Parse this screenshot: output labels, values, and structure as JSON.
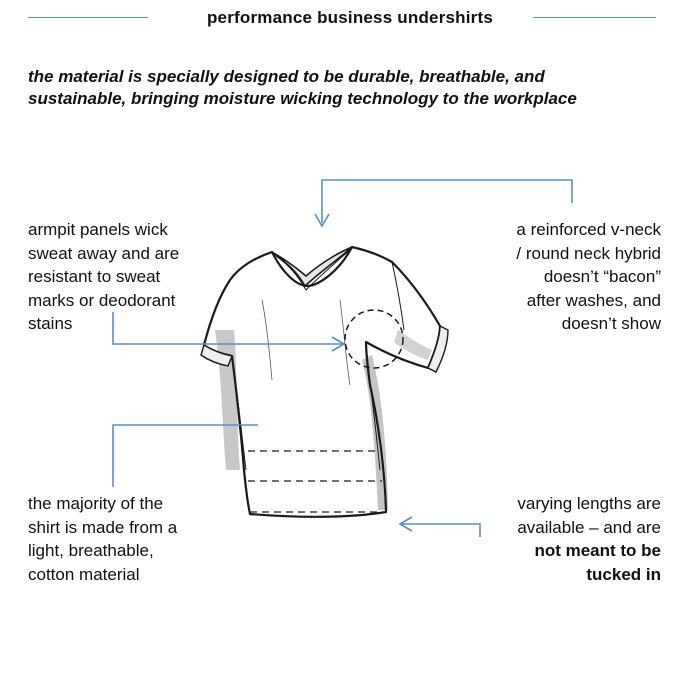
{
  "title": "performance  business undershirts",
  "subtitle": {
    "line1": "the material is specially designed to be durable, breathable, and",
    "line2": "sustainable, bringing moisture wicking technology to the workplace"
  },
  "callouts": {
    "armpit": [
      "armpit  panels wick",
      "sweat away and are",
      "resistant to sweat",
      "marks or deodorant",
      "stains"
    ],
    "neck": [
      "a reinforced v-neck",
      "/ round neck hybrid",
      "doesn’t “bacon”",
      "after washes, and",
      "doesn’t show"
    ],
    "material": [
      "the majority of the",
      "shirt is made from a",
      "light, breathable,",
      "cotton material"
    ],
    "lengths": [
      "varying lengths are",
      "available – and are",
      "not meant to be",
      "tucked in"
    ]
  },
  "colors": {
    "accent_line": "#5b8ec7",
    "text": "#111111",
    "shade": "#bfbfbf"
  }
}
